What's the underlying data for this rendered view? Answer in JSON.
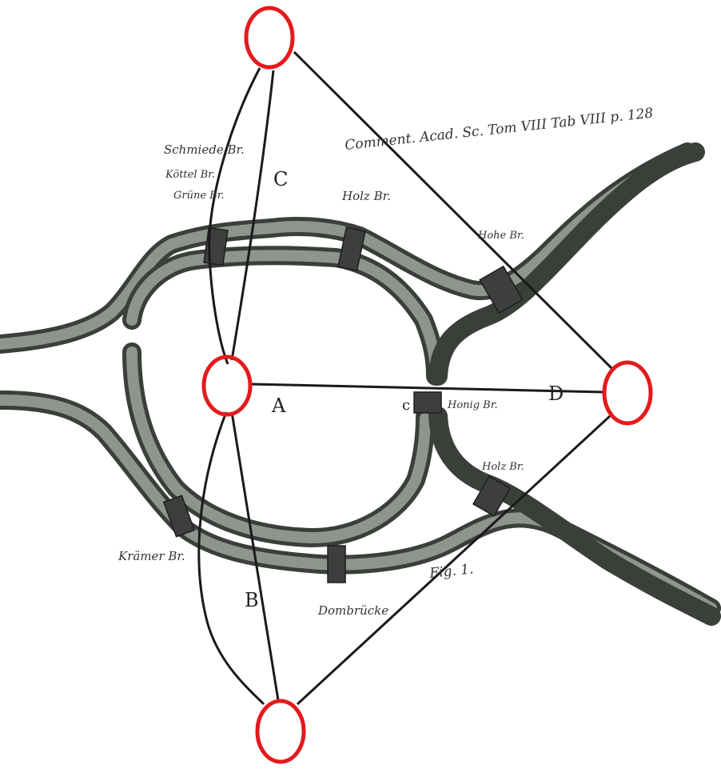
{
  "diagram": {
    "region_labels": {
      "A": "A",
      "B": "B",
      "C": "C",
      "D": "D",
      "c": "c"
    },
    "bridge_notes": [
      "Schmiede Br.",
      "Köttel Br.",
      "Grüne Br.",
      "Holz Br.",
      "Honig Br.",
      "Hohe Br.",
      "Krämer Br.",
      "Dombrücke"
    ],
    "header_note": "Comment. Acad. Sc. Tom VIII Tab VIII p. 128",
    "fig_label": "Fig. 1.",
    "colors": {
      "node_outline": "#e41a1c",
      "edge": "#1a1a1a",
      "river": "#3a3f3a"
    }
  }
}
